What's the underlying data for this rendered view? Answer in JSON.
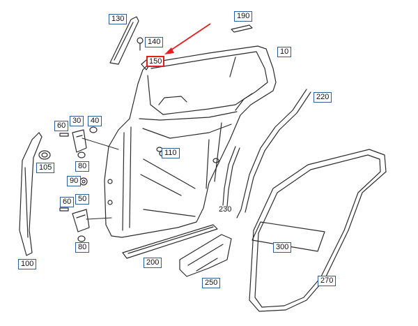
{
  "diagram": {
    "colors": {
      "line": "#2b2b2b",
      "label_border": "#2a5f9e",
      "highlight": "#e02020"
    },
    "callouts": {
      "c130": "130",
      "c190": "190",
      "c140": "140",
      "c150": "150",
      "c10": "10",
      "c220": "220",
      "c60a": "60",
      "c30": "30",
      "c40": "40",
      "c110": "110",
      "c105": "105",
      "c80a": "80",
      "c90": "90",
      "c60b": "60",
      "c50": "50",
      "c230": "230",
      "c80b": "80",
      "c300": "300",
      "c100": "100",
      "c200": "200",
      "c250": "250",
      "c270": "270"
    },
    "highlighted_callout": "150"
  }
}
